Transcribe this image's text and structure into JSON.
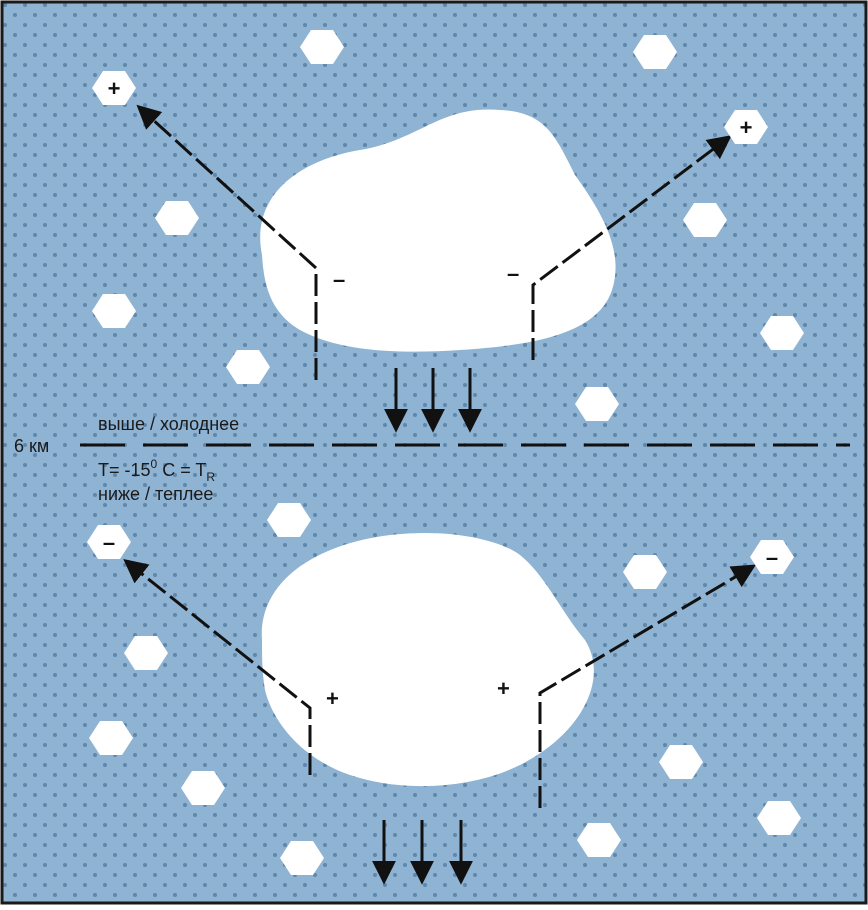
{
  "colors": {
    "background": "#8fb3d3",
    "dots": "#5f86ab",
    "cloud": "#ffffff",
    "line": "#111111",
    "frame": "#1a1a1a"
  },
  "boundary": {
    "altitude_label": "6 км",
    "above_label": "выше / холоднее",
    "temp_prefix": "T= -15",
    "temp_degree": "0",
    "temp_mid": " C = T",
    "temp_sub": "R",
    "below_label": "ниже / теплее"
  },
  "upper_cloud": {
    "left_charge": "–",
    "right_charge": "–",
    "left_particle_charge": "+",
    "right_particle_charge": "+"
  },
  "lower_cloud": {
    "left_charge": "+",
    "right_charge": "+",
    "left_particle_charge": "–",
    "right_particle_charge": "–"
  }
}
